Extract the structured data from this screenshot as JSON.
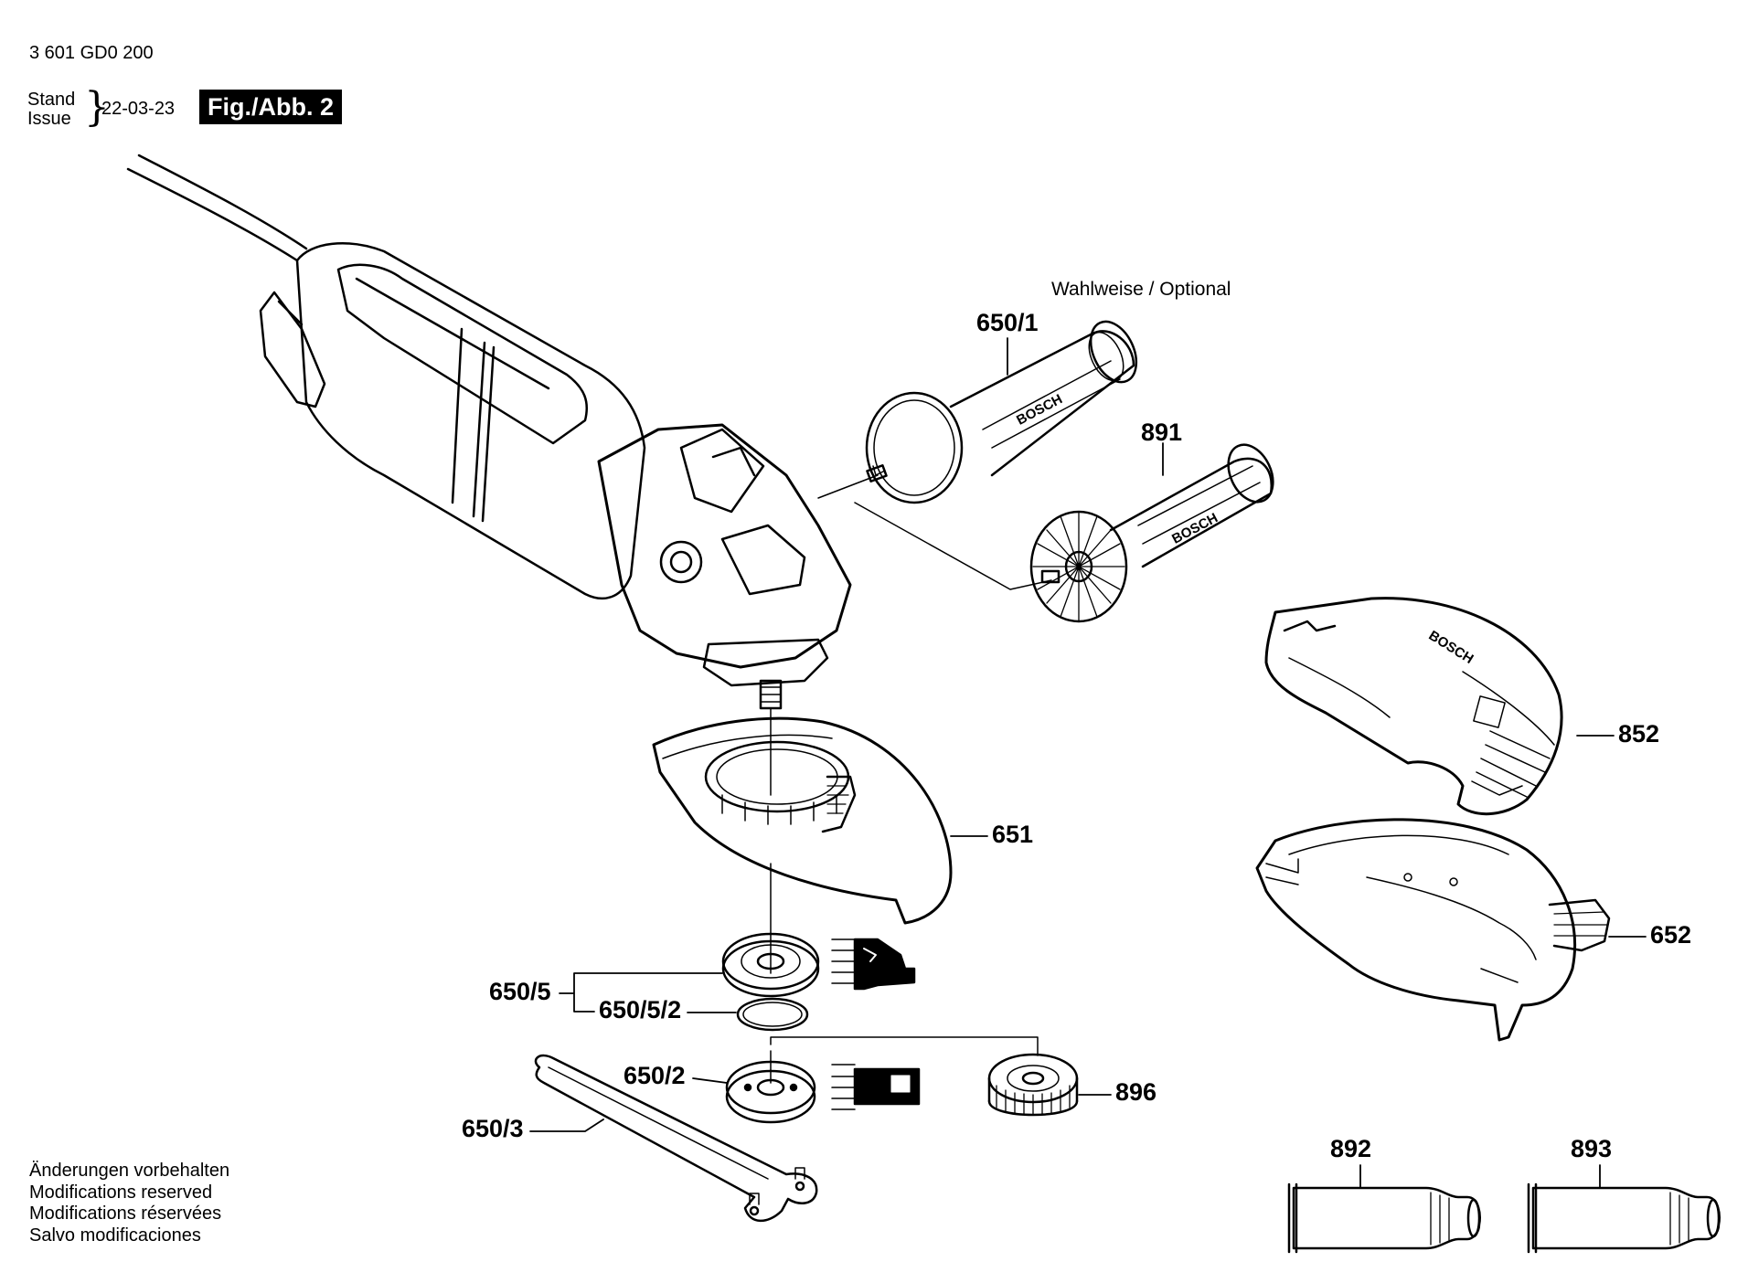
{
  "header": {
    "doc_number": "3 601 GD0 200",
    "stand": "Stand",
    "issue": "Issue",
    "issue_date": "22-03-23",
    "figure": "Fig./Abb. 2"
  },
  "optional_note": "Wahlweise / Optional",
  "parts": {
    "p650_1": "650/1",
    "p891": "891",
    "p852": "852",
    "p651": "651",
    "p652": "652",
    "p650_5": "650/5",
    "p650_5_2": "650/5/2",
    "p650_2": "650/2",
    "p896": "896",
    "p650_3": "650/3",
    "p892": "892",
    "p893": "893"
  },
  "brand_marks": {
    "handle_1": "BOSCH",
    "handle_2": "BOSCH",
    "guard": "BOSCH"
  },
  "disclaimer": [
    "Änderungen vorbehalten",
    "Modifications reserved",
    "Modifications réservées",
    "Salvo modificaciones"
  ]
}
